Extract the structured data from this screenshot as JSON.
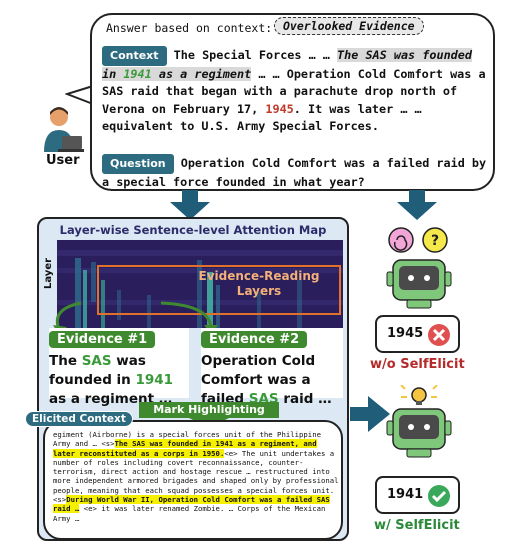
{
  "header": {
    "prompt": "Answer based on context:",
    "overlooked": "Overlooked Evidence"
  },
  "context": {
    "tag": "Context",
    "t1": "The Special Forces … …",
    "h1": "The SAS was founded in",
    "h1_year": "1941",
    "h1_end": "as a regiment",
    "t2": "… … Operation Cold Comfort was a SAS raid that began with a parachute drop north of Verona on February 17,",
    "year_red": "1945",
    "t3": ". It was later … … equivalent to U.S. Army Special Forces."
  },
  "question": {
    "tag": "Question",
    "text": "Operation Cold Comfort was a failed raid by a special force founded in what year?"
  },
  "user": {
    "label": "User"
  },
  "attention_panel": {
    "title": "Layer-wise Sentence-level Attention Map",
    "layer_label": "Layer",
    "evidence_layers_label": "Evidence-Reading Layers"
  },
  "evidence1": {
    "pill": "Evidence #1",
    "line1a": "The",
    "line1b": "SAS",
    "line1c": "was",
    "line2a": "founded in",
    "line2b": "1941",
    "line3": "as a regiment …"
  },
  "evidence2": {
    "pill": "Evidence #2",
    "line1": "Operation Cold",
    "line2": "Comfort was a",
    "line3a": "failed",
    "line3b": "SAS",
    "line3c": "raid …"
  },
  "mark_highlighting": "Mark Highlighting",
  "elicited": {
    "pill": "Elicited Context",
    "p1": "egiment (Airborne) is a special forces unit of the Philippine Army and … <s>",
    "hl1": "The SAS was founded in 1941 as a regiment, and later reconstituted as a corps in 1950.",
    "p2": "<e> The unit undertakes a number of roles including covert reconnaissance, counter-terrorism, direct action and hostage rescue … restructured into more independent armored brigades and shaped only by professional people, meaning that each squad possesses a special forces unit. <s>",
    "hl2": "During World War II, Operation Cold Comfort was a failed SAS raid …",
    "p3": "<e> it was later renamed Zombie. … Corps of the Mexican Army …"
  },
  "results": {
    "wo_answer": "1945",
    "wo_label": "w/o SelfElicit",
    "w_answer": "1941",
    "w_label": "w/ SelfElicit"
  },
  "colors": {
    "tag_blue": "#2c6b80",
    "evidence_green": "#3f8a2e",
    "wrong_red": "#c0392b",
    "panel_bg": "#dce8f4",
    "heatmap_bg": "#2a1e5c",
    "highlight_yellow": "#f5f000"
  }
}
